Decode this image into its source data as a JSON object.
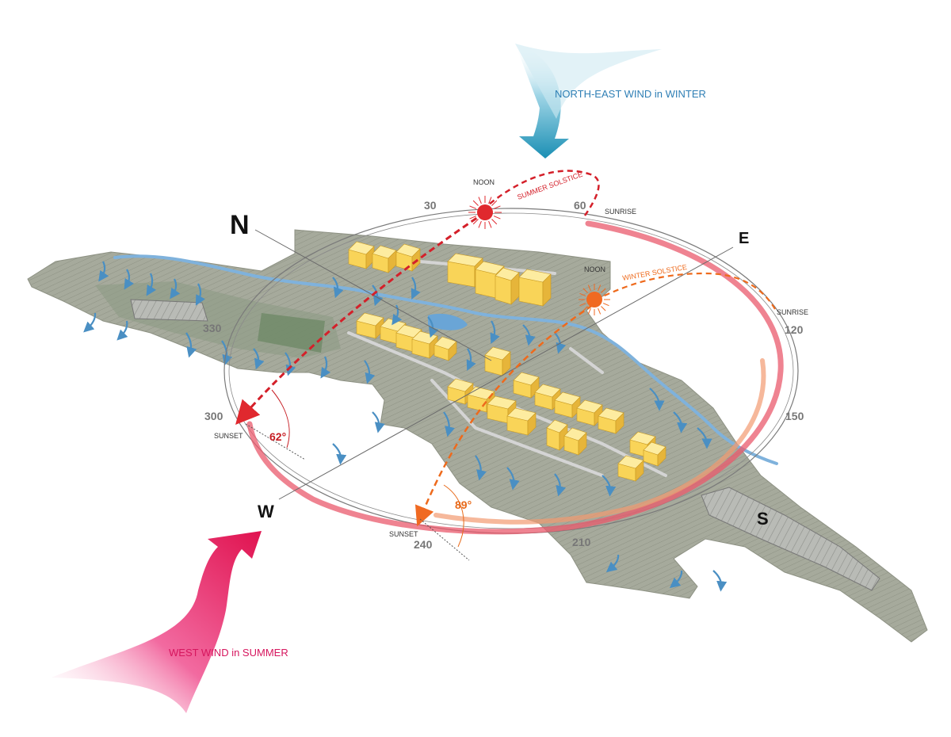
{
  "wind": {
    "winter_label": "NORTH-EAST WIND in WINTER",
    "summer_label": "WEST WIND in SUMMER"
  },
  "compass": {
    "north": "N",
    "east": "E",
    "south": "S",
    "west": "W",
    "degrees": [
      "30",
      "60",
      "120",
      "150",
      "210",
      "240",
      "300",
      "330"
    ]
  },
  "summer": {
    "tag": "SUMMER SOLSTICE",
    "noon": "NOON",
    "sunrise": "SUNRISE",
    "sunset": "SUNSET",
    "angle": "62°"
  },
  "winter": {
    "tag": "WINTER SOLSTICE",
    "noon": "NOON",
    "sunrise": "SUNRISE",
    "sunset": "SUNSET",
    "angle": "89°"
  },
  "colors": {
    "summer": "#e0282e",
    "winter": "#f06a22",
    "wind_winter": "#3aa3c8",
    "wind_summer": "#e0185a",
    "river": "#7fb2dc",
    "building": "#f9d458",
    "terrain": "#a9ad9f"
  }
}
